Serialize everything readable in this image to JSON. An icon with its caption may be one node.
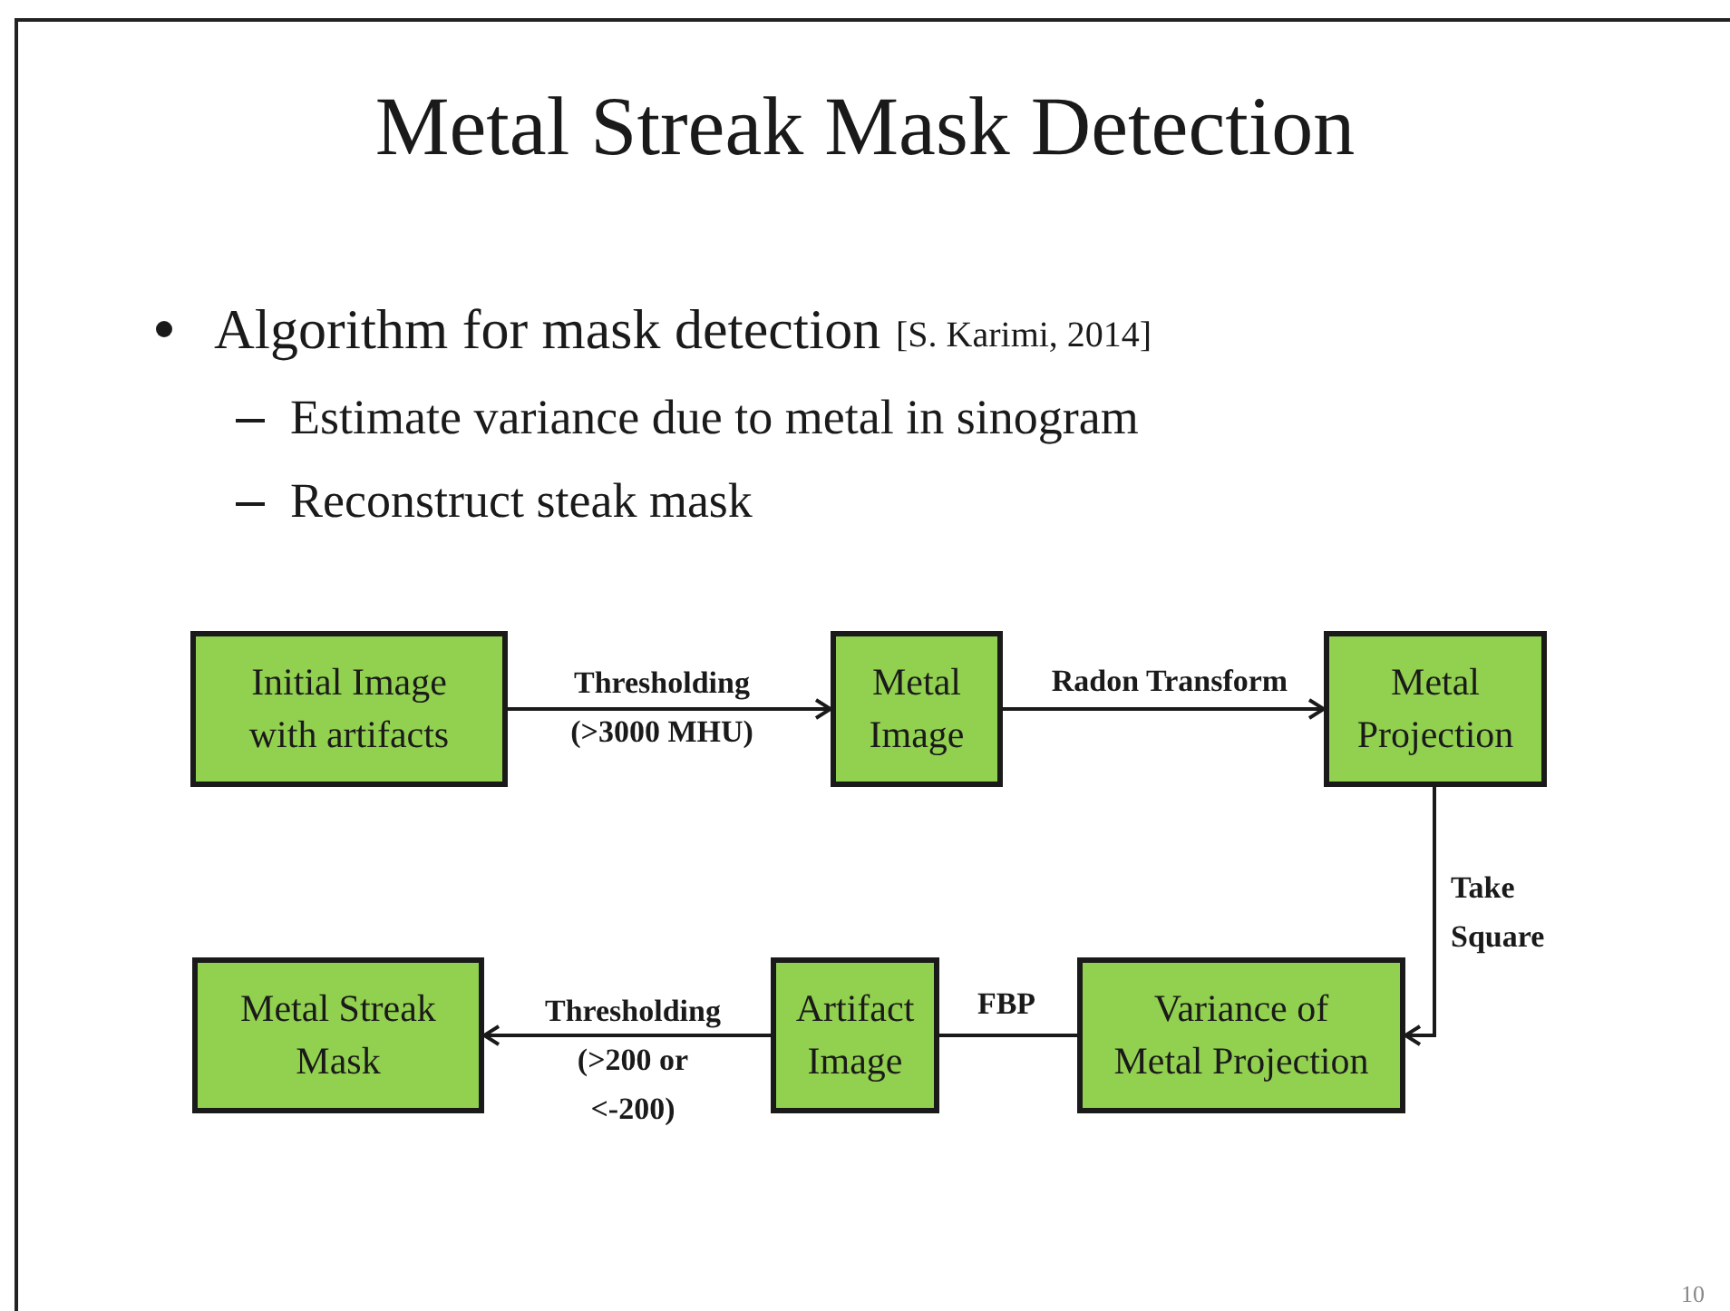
{
  "diagram": {
    "title": "Metal Streak Mask Detection",
    "nodes": [
      {
        "text": [
          "Initial Image with artifacts"
        ]
      },
      {
        "text": [
          "Metal Image"
        ]
      },
      {
        "text": [
          "Metal Projection"
        ]
      },
      {
        "text": [
          "Variance of Metal Projection"
        ]
      },
      {
        "text": [
          "Artifact Image"
        ]
      },
      {
        "text": [
          "Metal Streak Mask"
        ]
      }
    ],
    "edges": [
      {
        "from": 0,
        "to": 1,
        "arrow": "to",
        "label": "Thresholding (>3000 MHU)"
      },
      {
        "from": 1,
        "to": 2,
        "arrow": "to",
        "label": "Radon Transform"
      },
      {
        "from": 2,
        "to": 3,
        "arrow": "to",
        "label": "Take Square"
      },
      {
        "from": 3,
        "to": 4,
        "arrow": "none",
        "label": "FBP"
      },
      {
        "from": 4,
        "to": 5,
        "arrow": "to",
        "label": "Thresholding (>200 or <-200)"
      }
    ],
    "labels": [
      "Algorithm for mask detection",
      "[S. Karimi, 2014]",
      "Estimate variance due to metal in sinogram",
      "Reconstruct steak mask",
      "10"
    ]
  }
}
